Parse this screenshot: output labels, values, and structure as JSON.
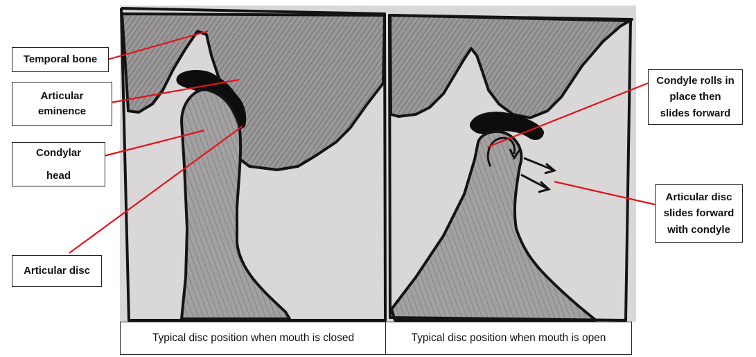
{
  "labels": {
    "temporal_bone": "Temporal bone",
    "articular_eminence_1": "Articular",
    "articular_eminence_2": "eminence",
    "condylar_head_1": "Condylar",
    "condylar_head_2": "head",
    "articular_disc": "Articular disc",
    "condyle_rolls_1": "Condyle rolls in",
    "condyle_rolls_2": "place then",
    "condyle_rolls_3": "slides forward",
    "disc_slides_1": "Articular disc",
    "disc_slides_2": "slides forward",
    "disc_slides_3": "with condyle"
  },
  "captions": {
    "closed": "Typical disc position when mouth is closed",
    "open": "Typical disc position when mouth is open"
  },
  "colors": {
    "paper": "#d9d7d8",
    "bone_shade": "#8c8a8b",
    "outline": "#141414",
    "disc": "#0d0d0d",
    "leader_line": "#e3131b"
  }
}
